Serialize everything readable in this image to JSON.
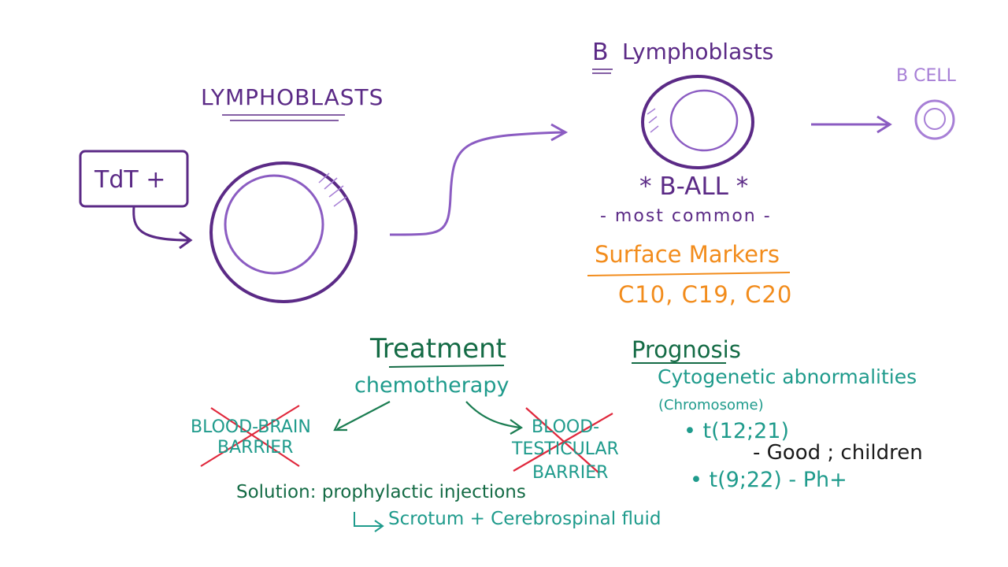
{
  "colors": {
    "purple": "#5b2a86",
    "lilac": "#a77fd6",
    "orange": "#f28c1c",
    "dark_green": "#146b45",
    "teal": "#1f9b8c",
    "red": "#e0283c"
  },
  "lymphoblasts": {
    "title": "LYMPHOBLASTS",
    "tdt_label": "TdT +"
  },
  "b_lymphoblasts": {
    "title_initial": "B",
    "title_rest": "Lymphoblasts",
    "b_all": "* B-ALL *",
    "most_common": "- most common -"
  },
  "b_cell": {
    "label": "B CELL"
  },
  "surface_markers": {
    "title": "Surface Markers",
    "values": "C10, C19, C20"
  },
  "treatment": {
    "title": "Treatment",
    "method": "chemotherapy",
    "barrier_left": [
      "BLOOD-BRAIN",
      "BARRIER"
    ],
    "barrier_right": [
      "BLOOD-",
      "TESTICULAR",
      "BARRIER"
    ],
    "solution": "Solution: prophylactic injections",
    "sites": "Scrotum + Cerebrospinal fluid"
  },
  "prognosis": {
    "title": "Prognosis",
    "subtitle": "Cytogenetic abnormalities",
    "note": "(Chromosome)",
    "item1": "t(12;21)",
    "item1_detail": "- Good ; children",
    "item2": "t(9;22) - Ph+"
  }
}
